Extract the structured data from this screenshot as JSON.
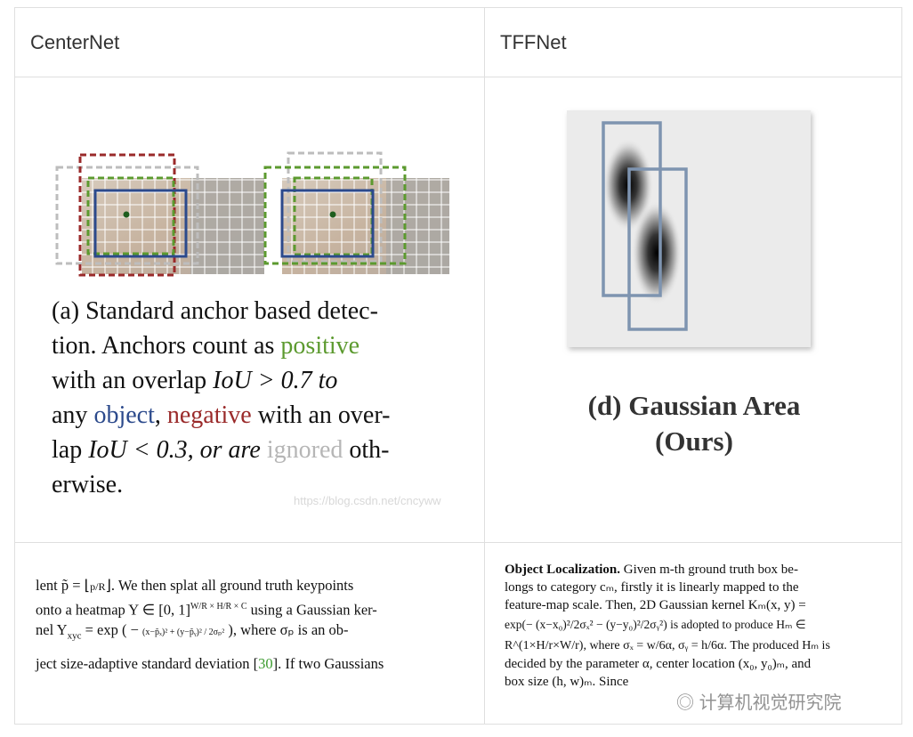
{
  "table": {
    "col1_header": "CenterNet",
    "col2_header": "TFFNet"
  },
  "panel_a": {
    "caption_lines": [
      "(a) Standard anchor based detec-",
      "tion.  Anchors count as ",
      "with an overlap ",
      "any ",
      "lap ",
      "erwise."
    ],
    "word_positive": "positive",
    "word_object": "object",
    "word_negative": "negative",
    "word_ignored": "ignored",
    "iou_high": "IoU  >  0.7 to",
    "line4_tail": " with an over-",
    "line5_mid": "IoU < 0.3, or are ",
    "line5_tail": " oth-",
    "watermark": "https://blog.csdn.net/cncyww",
    "colors": {
      "positive": "#5c9a2f",
      "object": "#2c4a8c",
      "negative": "#9a2a2a",
      "ignored": "#b6b6b6"
    }
  },
  "panel_d": {
    "caption_line1": "(d) Gaussian Area",
    "caption_line2": "(Ours)"
  },
  "text_centernet": {
    "l1a": "lent p̃ = ⌊",
    "l1b": "p/R",
    "l1c": "⌋.  We then splat all ground truth keypoints",
    "l2": "onto a heatmap Y ∈ [0, 1]",
    "l2sup": "W/R × H/R × C",
    "l2tail": " using a Gaussian ker-",
    "l3": "nel Y",
    "l3sub": "xyc",
    "l3b": " = exp ( − ",
    "l3frac": "(x−p̃ₓ)² + (y−p̃ᵧ)² / 2σₚ²",
    "l3tail": " ), where σₚ is an ob-",
    "l4": "ject size-adaptive standard deviation [",
    "l4cite": "30",
    "l4tail": "]. If two Gaussians"
  },
  "text_tffnet": {
    "title": "Object Localization.",
    "l1": "  Given m-th ground truth box be-",
    "l2": "longs to category cₘ, firstly it is linearly mapped to the",
    "l3": "feature-map scale. Then, 2D Gaussian kernel Kₘ(x, y) =",
    "l4": "exp(− (x−x₀)²/2σₓ²  −  (y−y₀)²/2σᵧ²) is adopted to produce Hₘ  ∈",
    "l5": "R^(1×H/r×W/r), where σₓ = w/6α, σᵧ = h/6α. The produced Hₘ is",
    "l6": "decided by the parameter α, center location (x₀, y₀)ₘ, and",
    "l7": "box size (h, w)ₘ. Since",
    "watermark": "计算机视觉研究院"
  }
}
